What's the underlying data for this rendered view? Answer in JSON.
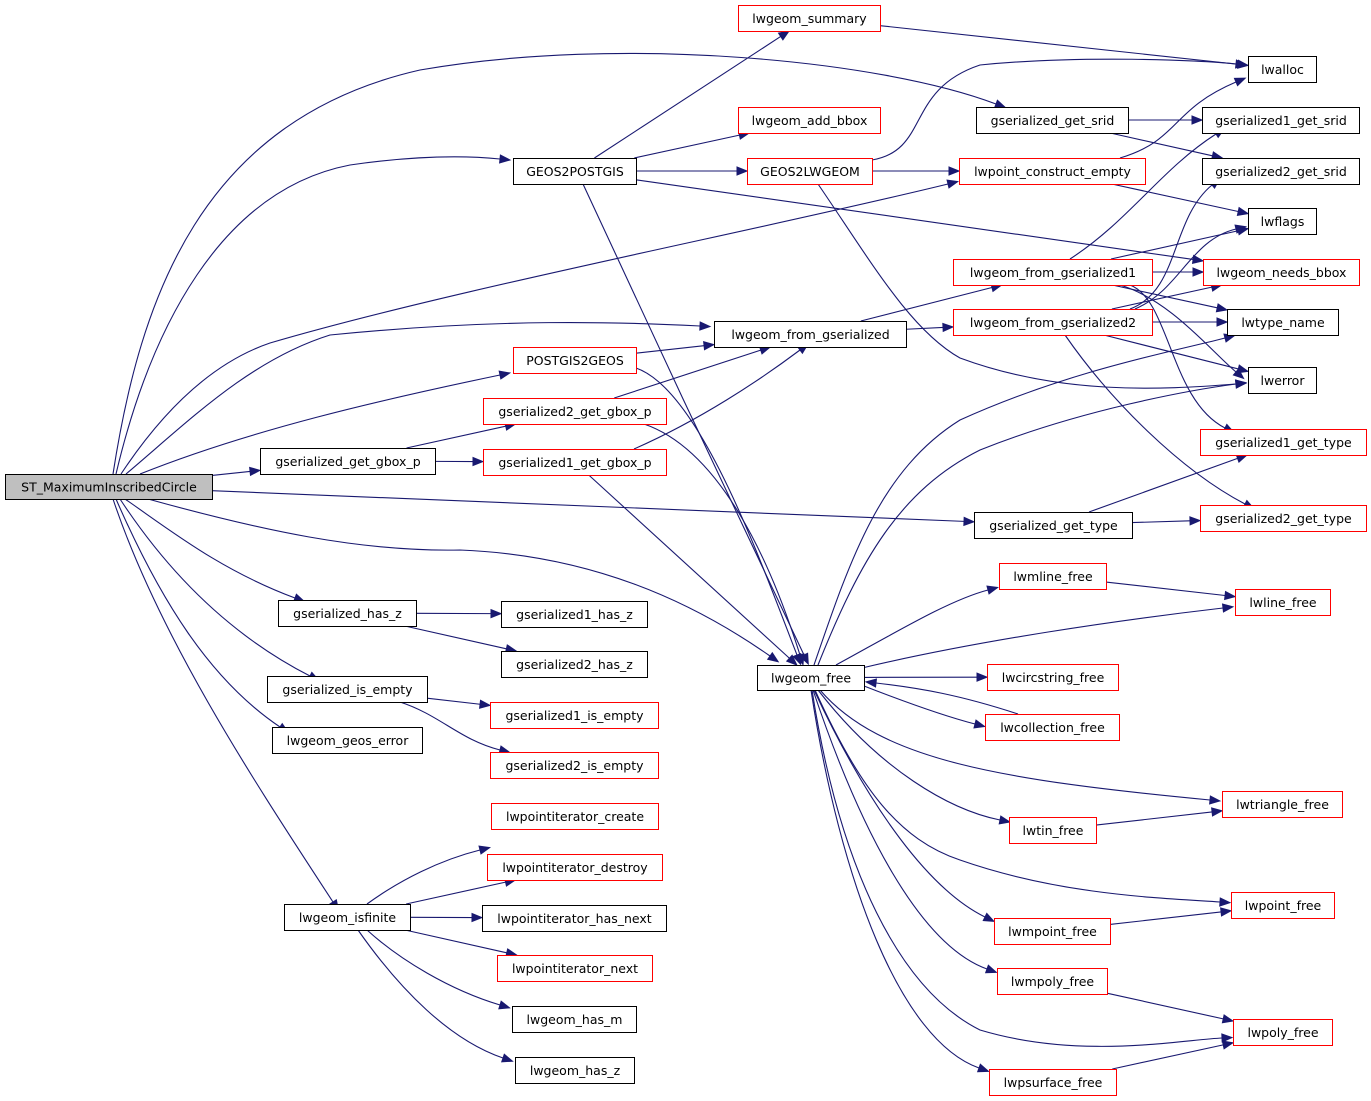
{
  "diagram": {
    "type": "call-graph",
    "root": "ST_MaximumInscribedCircle",
    "colors": {
      "edge": "#191970",
      "root_fill": "#bfbfbf",
      "node_border_documented": "#000000",
      "node_border_undocumented": "#ff0000",
      "node_fill": "#ffffff"
    },
    "nodes": [
      {
        "id": "ST_MaximumInscribedCircle",
        "label": "ST_MaximumInscribedCircle",
        "style": "root"
      },
      {
        "id": "lwgeom_summary",
        "label": "lwgeom_summary",
        "style": "red"
      },
      {
        "id": "lwalloc",
        "label": "lwalloc",
        "style": "black"
      },
      {
        "id": "gserialized_get_srid",
        "label": "gserialized_get_srid",
        "style": "black"
      },
      {
        "id": "gserialized1_get_srid",
        "label": "gserialized1_get_srid",
        "style": "black"
      },
      {
        "id": "gserialized2_get_srid",
        "label": "gserialized2_get_srid",
        "style": "black"
      },
      {
        "id": "lwgeom_add_bbox",
        "label": "lwgeom_add_bbox",
        "style": "red"
      },
      {
        "id": "GEOS2POSTGIS",
        "label": "GEOS2POSTGIS",
        "style": "black"
      },
      {
        "id": "GEOS2LWGEOM",
        "label": "GEOS2LWGEOM",
        "style": "red"
      },
      {
        "id": "lwpoint_construct_empty",
        "label": "lwpoint_construct_empty",
        "style": "red"
      },
      {
        "id": "lwflags",
        "label": "lwflags",
        "style": "black"
      },
      {
        "id": "lwgeom_from_gserialized1",
        "label": "lwgeom_from_gserialized1",
        "style": "red"
      },
      {
        "id": "lwgeom_needs_bbox",
        "label": "lwgeom_needs_bbox",
        "style": "red"
      },
      {
        "id": "lwgeom_from_gserialized",
        "label": "lwgeom_from_gserialized",
        "style": "black"
      },
      {
        "id": "lwgeom_from_gserialized2",
        "label": "lwgeom_from_gserialized2",
        "style": "red"
      },
      {
        "id": "lwtype_name",
        "label": "lwtype_name",
        "style": "black"
      },
      {
        "id": "POSTGIS2GEOS",
        "label": "POSTGIS2GEOS",
        "style": "red"
      },
      {
        "id": "lwerror",
        "label": "lwerror",
        "style": "black"
      },
      {
        "id": "gserialized2_get_gbox_p",
        "label": "gserialized2_get_gbox_p",
        "style": "red"
      },
      {
        "id": "gserialized1_get_type",
        "label": "gserialized1_get_type",
        "style": "red"
      },
      {
        "id": "gserialized_get_gbox_p",
        "label": "gserialized_get_gbox_p",
        "style": "black"
      },
      {
        "id": "gserialized1_get_gbox_p",
        "label": "gserialized1_get_gbox_p",
        "style": "red"
      },
      {
        "id": "gserialized_get_type",
        "label": "gserialized_get_type",
        "style": "black"
      },
      {
        "id": "gserialized2_get_type",
        "label": "gserialized2_get_type",
        "style": "red"
      },
      {
        "id": "lwmline_free",
        "label": "lwmline_free",
        "style": "red"
      },
      {
        "id": "lwline_free",
        "label": "lwline_free",
        "style": "red"
      },
      {
        "id": "gserialized_has_z",
        "label": "gserialized_has_z",
        "style": "black"
      },
      {
        "id": "gserialized1_has_z",
        "label": "gserialized1_has_z",
        "style": "black"
      },
      {
        "id": "gserialized2_has_z",
        "label": "gserialized2_has_z",
        "style": "black"
      },
      {
        "id": "lwgeom_free",
        "label": "lwgeom_free",
        "style": "black"
      },
      {
        "id": "lwcircstring_free",
        "label": "lwcircstring_free",
        "style": "red"
      },
      {
        "id": "gserialized_is_empty",
        "label": "gserialized_is_empty",
        "style": "black"
      },
      {
        "id": "gserialized1_is_empty",
        "label": "gserialized1_is_empty",
        "style": "red"
      },
      {
        "id": "lwcollection_free",
        "label": "lwcollection_free",
        "style": "red"
      },
      {
        "id": "lwgeom_geos_error",
        "label": "lwgeom_geos_error",
        "style": "black"
      },
      {
        "id": "gserialized2_is_empty",
        "label": "gserialized2_is_empty",
        "style": "red"
      },
      {
        "id": "lwtriangle_free",
        "label": "lwtriangle_free",
        "style": "red"
      },
      {
        "id": "lwpointiterator_create",
        "label": "lwpointiterator_create",
        "style": "red"
      },
      {
        "id": "lwtin_free",
        "label": "lwtin_free",
        "style": "red"
      },
      {
        "id": "lwpointiterator_destroy",
        "label": "lwpointiterator_destroy",
        "style": "red"
      },
      {
        "id": "lwpoint_free",
        "label": "lwpoint_free",
        "style": "red"
      },
      {
        "id": "lwgeom_isfinite",
        "label": "lwgeom_isfinite",
        "style": "black"
      },
      {
        "id": "lwpointiterator_has_next",
        "label": "lwpointiterator_has_next",
        "style": "black"
      },
      {
        "id": "lwmpoint_free",
        "label": "lwmpoint_free",
        "style": "red"
      },
      {
        "id": "lwpointiterator_next",
        "label": "lwpointiterator_next",
        "style": "red"
      },
      {
        "id": "lwmpoly_free",
        "label": "lwmpoly_free",
        "style": "red"
      },
      {
        "id": "lwgeom_has_m",
        "label": "lwgeom_has_m",
        "style": "black"
      },
      {
        "id": "lwpoly_free",
        "label": "lwpoly_free",
        "style": "red"
      },
      {
        "id": "lwgeom_has_z",
        "label": "lwgeom_has_z",
        "style": "black"
      },
      {
        "id": "lwpsurface_free",
        "label": "lwpsurface_free",
        "style": "red"
      }
    ],
    "edges": [
      [
        "ST_MaximumInscribedCircle",
        "gserialized_get_srid"
      ],
      [
        "ST_MaximumInscribedCircle",
        "GEOS2POSTGIS"
      ],
      [
        "ST_MaximumInscribedCircle",
        "lwpoint_construct_empty"
      ],
      [
        "ST_MaximumInscribedCircle",
        "lwgeom_from_gserialized"
      ],
      [
        "ST_MaximumInscribedCircle",
        "POSTGIS2GEOS"
      ],
      [
        "ST_MaximumInscribedCircle",
        "gserialized_get_gbox_p"
      ],
      [
        "ST_MaximumInscribedCircle",
        "gserialized_get_type"
      ],
      [
        "ST_MaximumInscribedCircle",
        "lwgeom_free"
      ],
      [
        "ST_MaximumInscribedCircle",
        "gserialized_has_z"
      ],
      [
        "ST_MaximumInscribedCircle",
        "gserialized_is_empty"
      ],
      [
        "ST_MaximumInscribedCircle",
        "lwgeom_geos_error"
      ],
      [
        "ST_MaximumInscribedCircle",
        "lwgeom_isfinite"
      ],
      [
        "lwgeom_summary",
        "lwalloc"
      ],
      [
        "gserialized_get_srid",
        "gserialized1_get_srid"
      ],
      [
        "gserialized_get_srid",
        "gserialized2_get_srid"
      ],
      [
        "GEOS2POSTGIS",
        "lwgeom_summary"
      ],
      [
        "GEOS2POSTGIS",
        "lwgeom_add_bbox"
      ],
      [
        "GEOS2POSTGIS",
        "GEOS2LWGEOM"
      ],
      [
        "GEOS2POSTGIS",
        "lwgeom_needs_bbox"
      ],
      [
        "GEOS2POSTGIS",
        "lwgeom_free"
      ],
      [
        "GEOS2LWGEOM",
        "lwalloc"
      ],
      [
        "GEOS2LWGEOM",
        "lwpoint_construct_empty"
      ],
      [
        "GEOS2LWGEOM",
        "lwerror"
      ],
      [
        "lwpoint_construct_empty",
        "lwalloc"
      ],
      [
        "lwpoint_construct_empty",
        "lwflags"
      ],
      [
        "lwgeom_from_gserialized",
        "lwgeom_from_gserialized1"
      ],
      [
        "lwgeom_from_gserialized",
        "lwgeom_from_gserialized2"
      ],
      [
        "lwgeom_from_gserialized1",
        "gserialized1_get_srid"
      ],
      [
        "lwgeom_from_gserialized1",
        "lwflags"
      ],
      [
        "lwgeom_from_gserialized1",
        "lwgeom_needs_bbox"
      ],
      [
        "lwgeom_from_gserialized1",
        "lwtype_name"
      ],
      [
        "lwgeom_from_gserialized1",
        "lwerror"
      ],
      [
        "lwgeom_from_gserialized1",
        "gserialized1_get_type"
      ],
      [
        "lwgeom_from_gserialized2",
        "gserialized2_get_srid"
      ],
      [
        "lwgeom_from_gserialized2",
        "lwflags"
      ],
      [
        "lwgeom_from_gserialized2",
        "lwgeom_needs_bbox"
      ],
      [
        "lwgeom_from_gserialized2",
        "lwtype_name"
      ],
      [
        "lwgeom_from_gserialized2",
        "lwerror"
      ],
      [
        "lwgeom_from_gserialized2",
        "gserialized2_get_type"
      ],
      [
        "POSTGIS2GEOS",
        "lwgeom_from_gserialized"
      ],
      [
        "POSTGIS2GEOS",
        "lwgeom_free"
      ],
      [
        "gserialized2_get_gbox_p",
        "lwgeom_from_gserialized"
      ],
      [
        "gserialized2_get_gbox_p",
        "lwgeom_free"
      ],
      [
        "gserialized_get_gbox_p",
        "gserialized2_get_gbox_p"
      ],
      [
        "gserialized_get_gbox_p",
        "gserialized1_get_gbox_p"
      ],
      [
        "gserialized1_get_gbox_p",
        "lwgeom_from_gserialized"
      ],
      [
        "gserialized1_get_gbox_p",
        "lwgeom_free"
      ],
      [
        "gserialized_get_type",
        "gserialized1_get_type"
      ],
      [
        "gserialized_get_type",
        "gserialized2_get_type"
      ],
      [
        "gserialized_has_z",
        "gserialized1_has_z"
      ],
      [
        "gserialized_has_z",
        "gserialized2_has_z"
      ],
      [
        "gserialized_is_empty",
        "gserialized1_is_empty"
      ],
      [
        "gserialized_is_empty",
        "gserialized2_is_empty"
      ],
      [
        "lwgeom_free",
        "lwtype_name"
      ],
      [
        "lwgeom_free",
        "lwerror"
      ],
      [
        "lwgeom_free",
        "lwmline_free"
      ],
      [
        "lwgeom_free",
        "lwline_free"
      ],
      [
        "lwgeom_free",
        "lwcircstring_free"
      ],
      [
        "lwgeom_free",
        "lwcollection_free"
      ],
      [
        "lwgeom_free",
        "lwtriangle_free"
      ],
      [
        "lwgeom_free",
        "lwtin_free"
      ],
      [
        "lwgeom_free",
        "lwpoint_free"
      ],
      [
        "lwgeom_free",
        "lwmpoint_free"
      ],
      [
        "lwgeom_free",
        "lwmpoly_free"
      ],
      [
        "lwgeom_free",
        "lwpoly_free"
      ],
      [
        "lwgeom_free",
        "lwpsurface_free"
      ],
      [
        "lwcollection_free",
        "lwgeom_free"
      ],
      [
        "lwmline_free",
        "lwline_free"
      ],
      [
        "lwtin_free",
        "lwtriangle_free"
      ],
      [
        "lwmpoint_free",
        "lwpoint_free"
      ],
      [
        "lwmpoly_free",
        "lwpoly_free"
      ],
      [
        "lwpsurface_free",
        "lwpoly_free"
      ],
      [
        "lwgeom_isfinite",
        "lwpointiterator_create"
      ],
      [
        "lwgeom_isfinite",
        "lwpointiterator_destroy"
      ],
      [
        "lwgeom_isfinite",
        "lwpointiterator_has_next"
      ],
      [
        "lwgeom_isfinite",
        "lwpointiterator_next"
      ],
      [
        "lwgeom_isfinite",
        "lwgeom_has_m"
      ],
      [
        "lwgeom_isfinite",
        "lwgeom_has_z"
      ]
    ]
  }
}
